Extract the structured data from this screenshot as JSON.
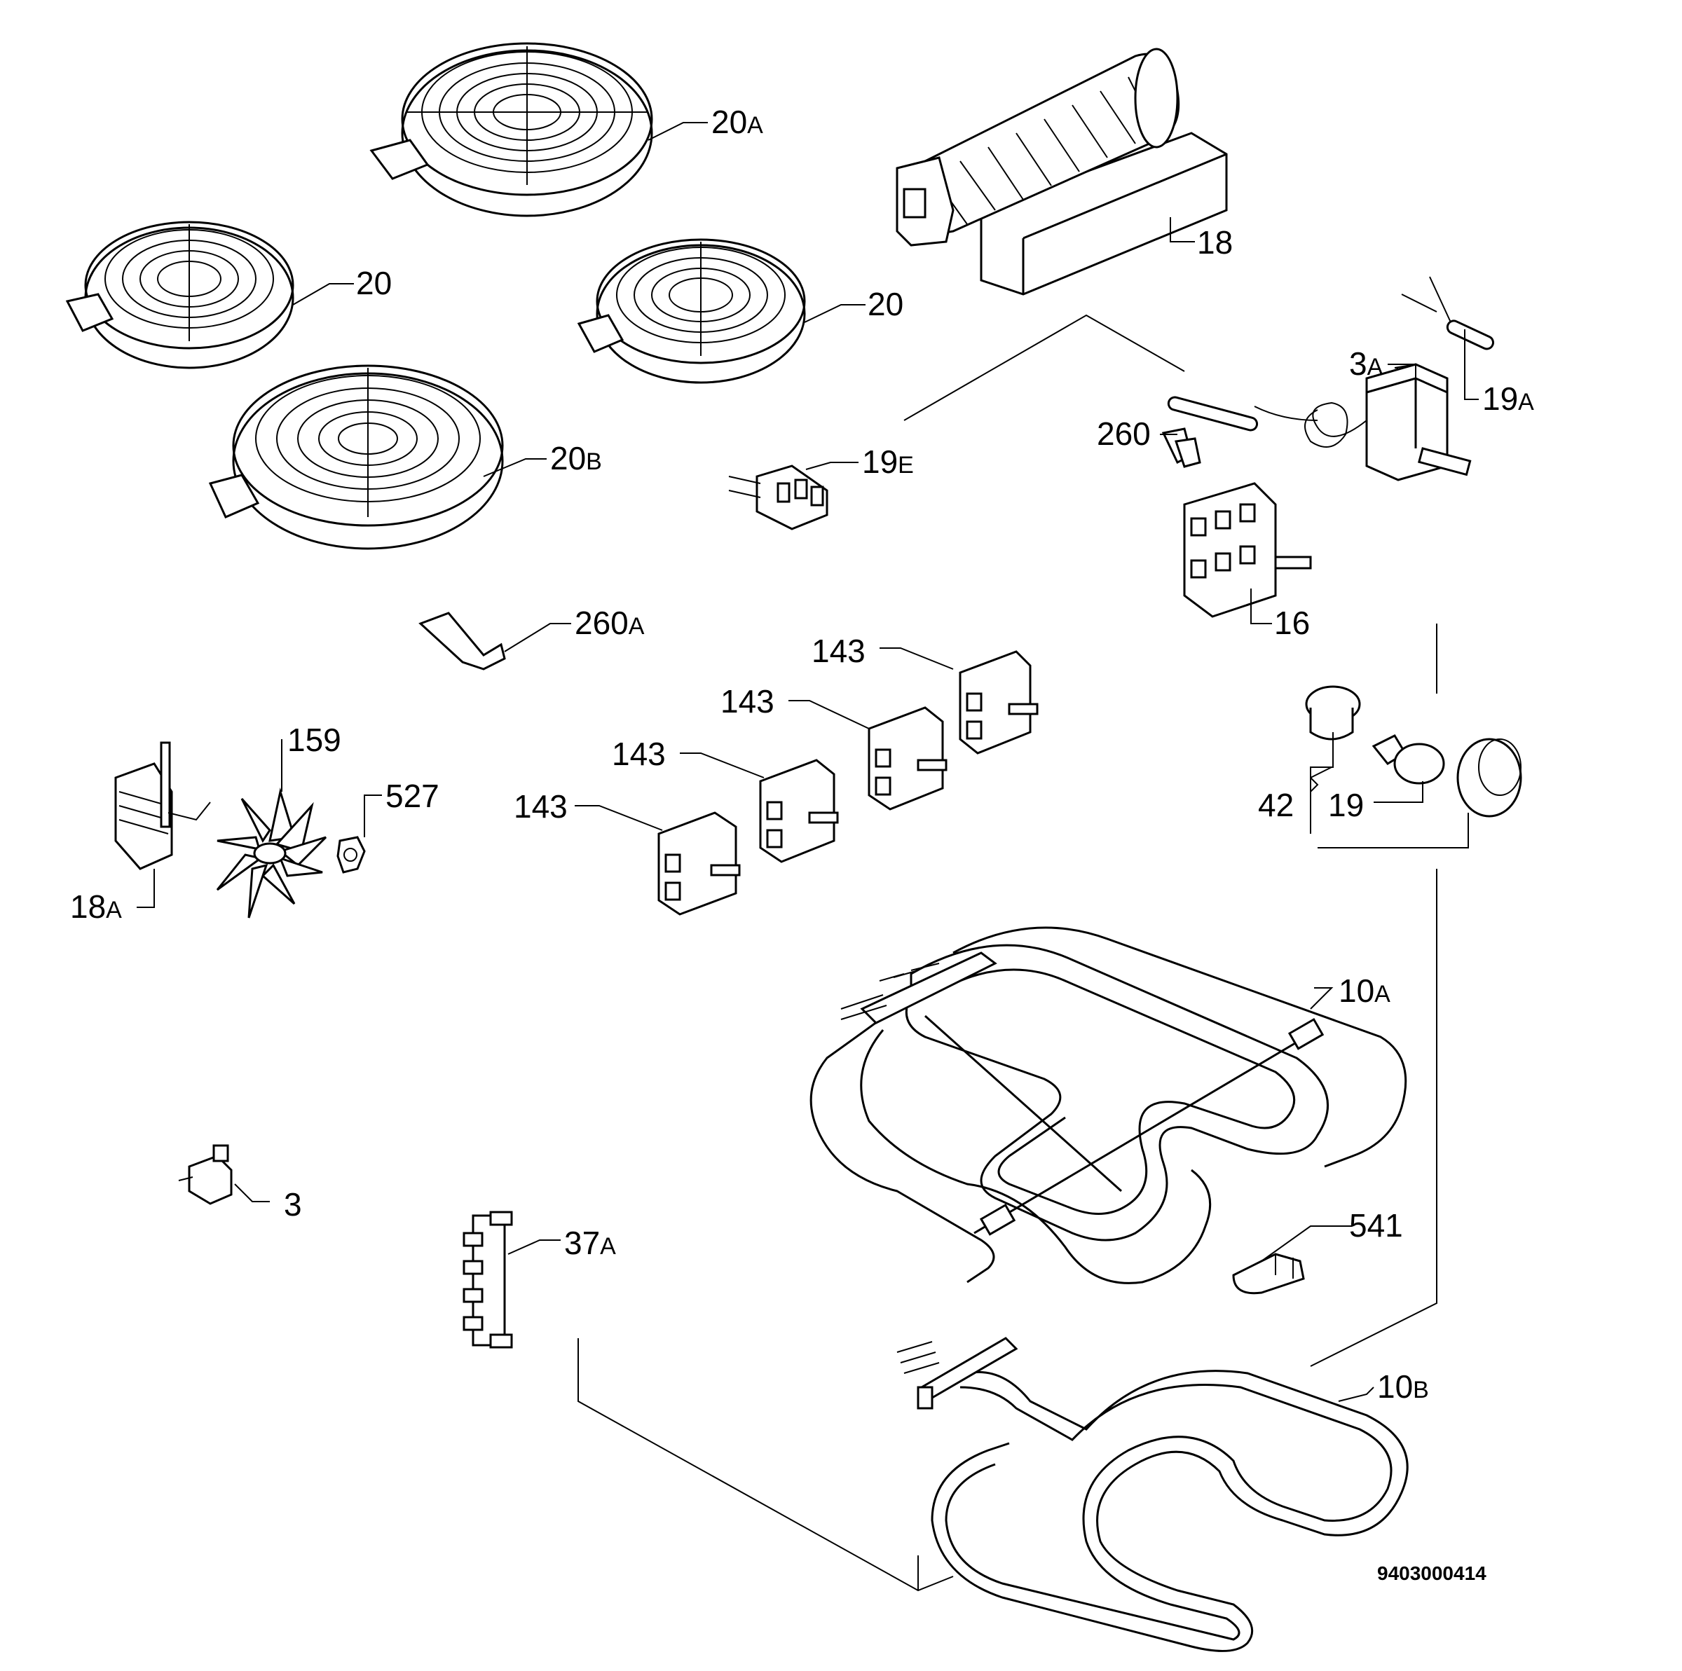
{
  "labels": {
    "hob_20a": {
      "num": "20",
      "suffix": "A"
    },
    "hob_20_left": {
      "num": "20",
      "suffix": ""
    },
    "hob_20_right": {
      "num": "20",
      "suffix": ""
    },
    "hob_20b": {
      "num": "20",
      "suffix": "B"
    },
    "fan_18": {
      "num": "18",
      "suffix": ""
    },
    "thermostat_3a": {
      "num": "3",
      "suffix": "A"
    },
    "sensor_19a": {
      "num": "19",
      "suffix": "A"
    },
    "clip_260": {
      "num": "260",
      "suffix": ""
    },
    "terminal_19e": {
      "num": "19",
      "suffix": "E"
    },
    "selector_16": {
      "num": "16",
      "suffix": ""
    },
    "bracket_260a": {
      "num": "260",
      "suffix": "A"
    },
    "switch_143_a": {
      "num": "143",
      "suffix": ""
    },
    "switch_143_b": {
      "num": "143",
      "suffix": ""
    },
    "switch_143_c": {
      "num": "143",
      "suffix": ""
    },
    "switch_143_d": {
      "num": "143",
      "suffix": ""
    },
    "fan_blade_159": {
      "num": "159",
      "suffix": ""
    },
    "nut_527": {
      "num": "527",
      "suffix": ""
    },
    "motor_18a": {
      "num": "18",
      "suffix": "A"
    },
    "lamp_group_42": {
      "num": "42",
      "suffix": ""
    },
    "lamp_19": {
      "num": "19",
      "suffix": ""
    },
    "element_10a": {
      "num": "10",
      "suffix": "A"
    },
    "thermostat_3": {
      "num": "3",
      "suffix": ""
    },
    "terminal_37a": {
      "num": "37",
      "suffix": "A"
    },
    "clip_541": {
      "num": "541",
      "suffix": ""
    },
    "element_10b": {
      "num": "10",
      "suffix": "B"
    }
  },
  "drawing_code": "9403000414"
}
